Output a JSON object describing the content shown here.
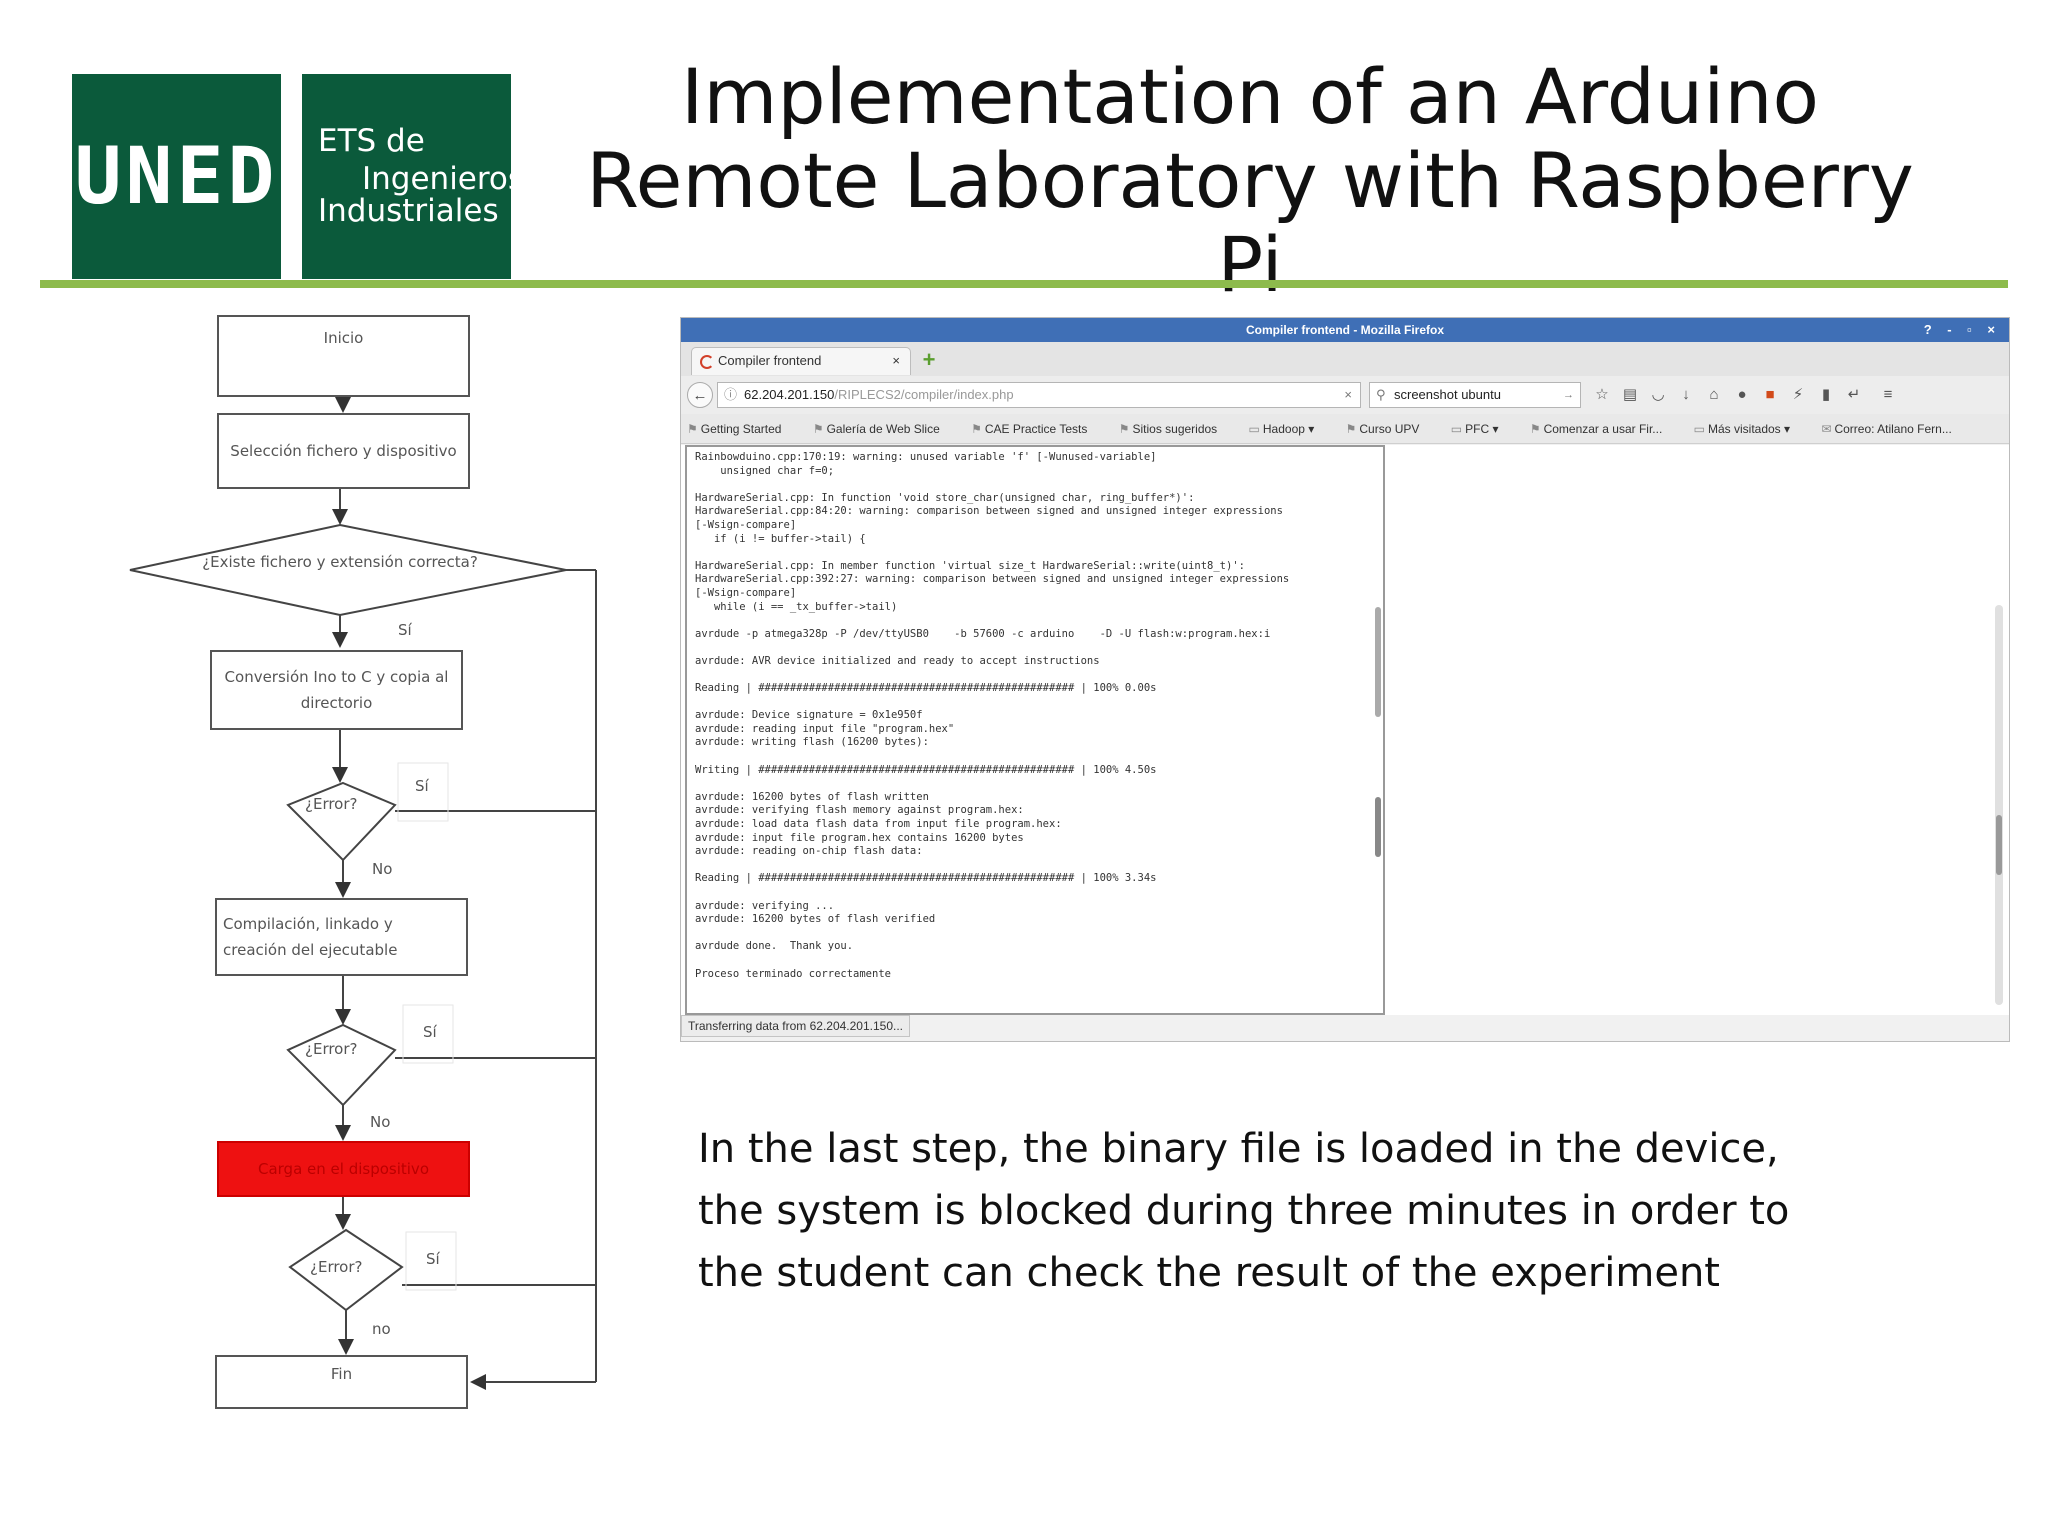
{
  "logo": {
    "uned": "UNED",
    "ets_line1": "ETS de",
    "ets_line2": "Ingenieros",
    "ets_line3": "Industriales",
    "color": "#0b5a3b"
  },
  "slide": {
    "title_line1": "Implementation of an Arduino",
    "title_line2": "Remote Laboratory with Raspberry Pi",
    "rule_color": "#8dbb4c",
    "caption_line1": "In the last step, the binary file is loaded in the device,",
    "caption_line2": "the system is blocked during three minutes in order to",
    "caption_line3": "the student can check the result of the experiment"
  },
  "flowchart": {
    "start": "Inicio",
    "select": "Selección fichero y dispositivo",
    "check_file": "¿Existe fichero y extensión correcta?",
    "convert": "Conversión Ino to C y copia al directorio",
    "compile": "Compilación, linkado y creación del ejecutable",
    "load": "Carga en el dispositivo",
    "end": "Fin",
    "error_q": "¿Error?",
    "yes": "Sí",
    "no": "No",
    "no_lower": "no",
    "highlight_color": "#ee1111"
  },
  "browser": {
    "window_title": "Compiler frontend - Mozilla Firefox",
    "window_controls": "? - ▫ ×",
    "tab_label": "Compiler frontend",
    "url_host": "62.204.201.150",
    "url_path": "/RIPLECS2/compiler/index.php",
    "search_value": "screenshot ubuntu",
    "bookmarks": [
      "Getting Started",
      "Galería de Web Slice",
      "CAE Practice Tests",
      "Sitios sugeridos",
      "Hadoop ▾",
      "Curso UPV",
      "PFC ▾",
      "Comenzar a usar Fir...",
      "Más visitados ▾",
      "Correo: Atilano Fern..."
    ],
    "terminal_lines": [
      "Rainbowduino.cpp:170:19: warning: unused variable 'f' [-Wunused-variable]",
      "    unsigned char f=0;",
      "",
      "HardwareSerial.cpp: In function 'void store_char(unsigned char, ring_buffer*)':",
      "HardwareSerial.cpp:84:20: warning: comparison between signed and unsigned integer expressions",
      "[-Wsign-compare]",
      "   if (i != buffer->tail) {",
      "",
      "HardwareSerial.cpp: In member function 'virtual size_t HardwareSerial::write(uint8_t)':",
      "HardwareSerial.cpp:392:27: warning: comparison between signed and unsigned integer expressions",
      "[-Wsign-compare]",
      "   while (i == _tx_buffer->tail)",
      "",
      "avrdude -p atmega328p -P /dev/ttyUSB0    -b 57600 -c arduino    -D -U flash:w:program.hex:i",
      "",
      "avrdude: AVR device initialized and ready to accept instructions",
      "",
      "Reading | ################################################## | 100% 0.00s",
      "",
      "avrdude: Device signature = 0x1e950f",
      "avrdude: reading input file \"program.hex\"",
      "avrdude: writing flash (16200 bytes):",
      "",
      "Writing | ################################################## | 100% 4.50s",
      "",
      "avrdude: 16200 bytes of flash written",
      "avrdude: verifying flash memory against program.hex:",
      "avrdude: load data flash data from input file program.hex:",
      "avrdude: input file program.hex contains 16200 bytes",
      "avrdude: reading on-chip flash data:",
      "",
      "Reading | ################################################## | 100% 3.34s",
      "",
      "avrdude: verifying ...",
      "avrdude: 16200 bytes of flash verified",
      "",
      "avrdude done.  Thank you.",
      "",
      "Proceso terminado correctamente"
    ],
    "status_text": "Transferring data from 62.204.201.150..."
  }
}
